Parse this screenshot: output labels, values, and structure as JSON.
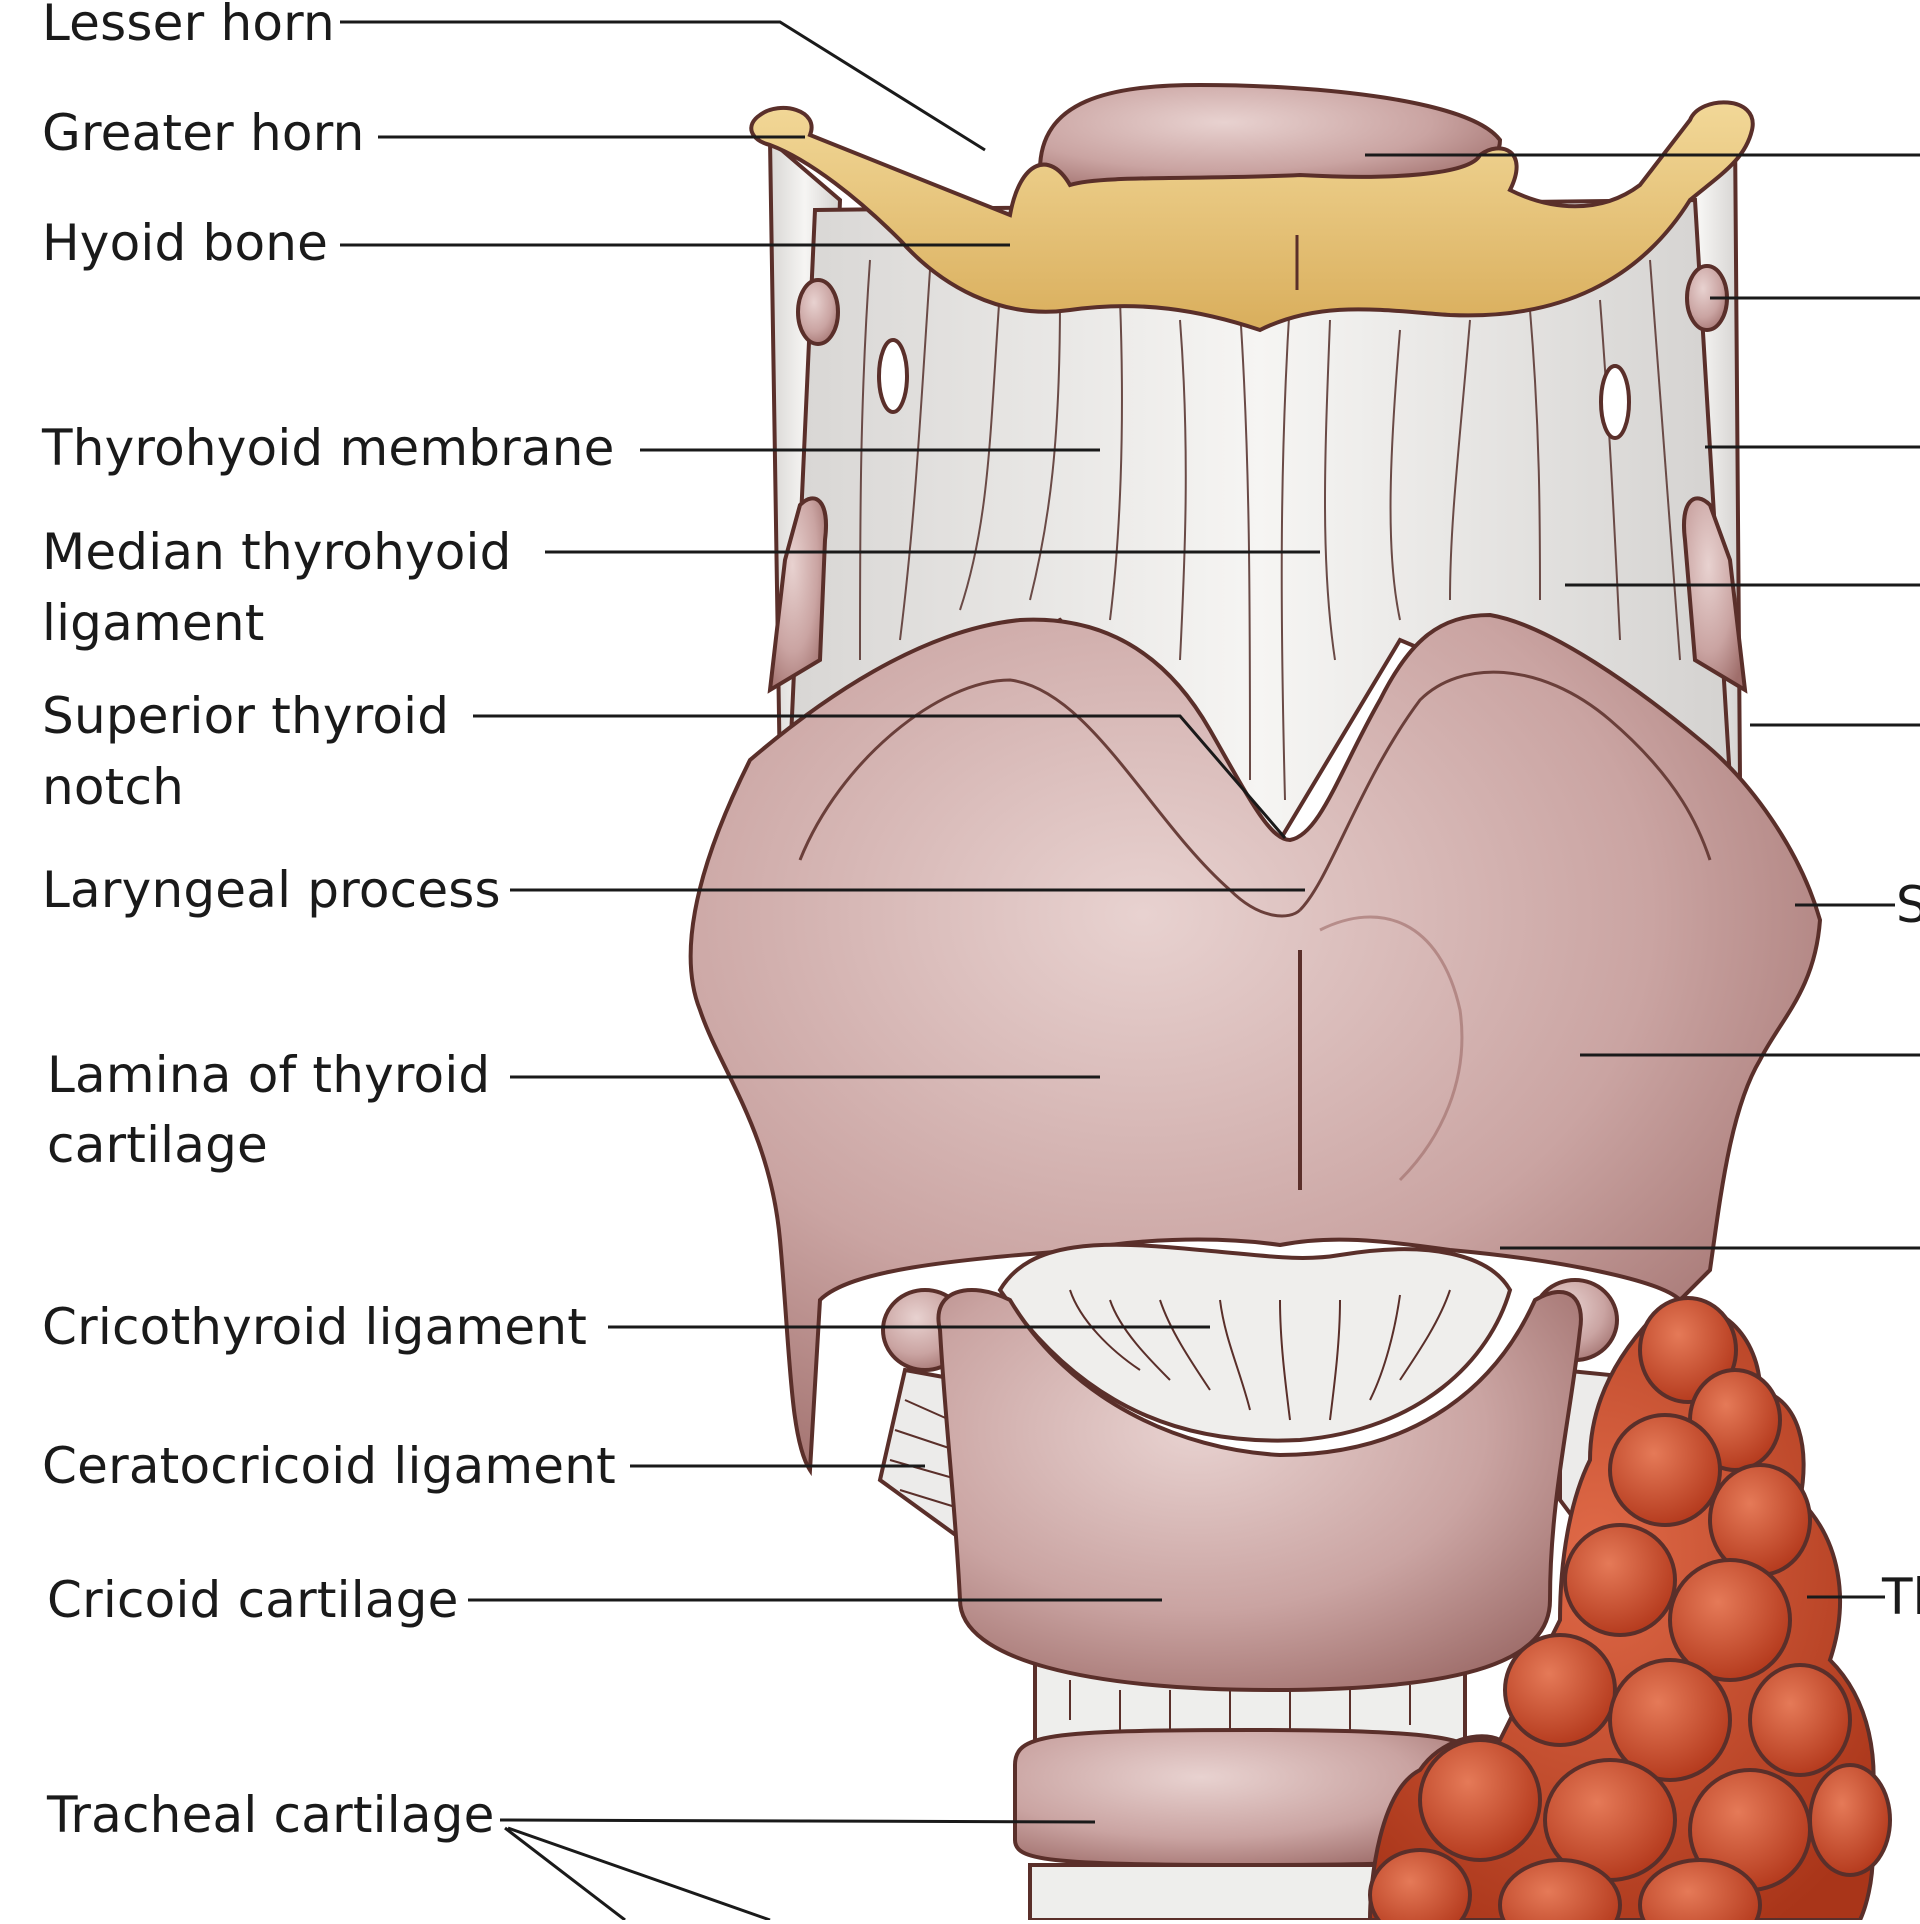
{
  "labels": {
    "lesser_horn": "Lesser horn",
    "greater_horn": "Greater horn",
    "hyoid_bone": "Hyoid bone",
    "thyrohyoid_membrane": "Thyrohyoid membrane",
    "median_thyrohyoid_1": "Median thyrohyoid",
    "median_thyrohyoid_2": "ligament",
    "superior_notch_1": "Superior thyroid",
    "superior_notch_2": "notch",
    "laryngeal_process": "Laryngeal process",
    "lamina_1": "Lamina of thyroid",
    "lamina_2": "cartilage",
    "cricothyroid_ligament": "Cricothyroid ligament",
    "ceratocricoid_ligament": "Ceratocricoid ligament",
    "cricoid_cartilage": "Cricoid cartilage",
    "tracheal_cartilage": "Tracheal cartilage",
    "right_partial_s": "S",
    "right_partial_th": "Th"
  },
  "colors": {
    "bone": "#e6c27a",
    "cartilage": "#c9a6a4",
    "cartilage_shadow": "#9c6b68",
    "membrane": "#ececea",
    "thyroid_gland": "#c9482a",
    "outline": "#5a2f2a",
    "leader": "#1a1a1a"
  }
}
